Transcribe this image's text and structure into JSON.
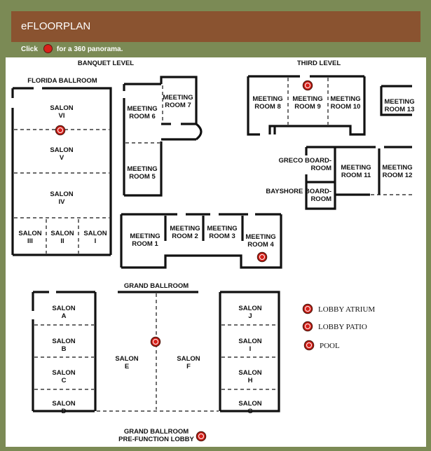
{
  "header": {
    "title": "eFLOORPLAN"
  },
  "instructions": {
    "prefix": "Click",
    "suffix": "for a 360 panorama."
  },
  "sections": {
    "banquet": "BANQUET LEVEL",
    "third": "THIRD LEVEL",
    "florida": "FLORIDA BALLROOM",
    "grand": "GRAND BALLROOM",
    "prefunction1": "GRAND BALLROOM",
    "prefunction2": "PRE-FUNCTION LOBBY"
  },
  "rooms": {
    "salon_vi": [
      "SALON",
      "VI"
    ],
    "salon_v": [
      "SALON",
      "V"
    ],
    "salon_iv": [
      "SALON",
      "IV"
    ],
    "salon_iii": [
      "SALON",
      "III"
    ],
    "salon_ii": [
      "SALON",
      "II"
    ],
    "salon_i": [
      "SALON",
      "I"
    ],
    "mr6": [
      "MEETING",
      "ROOM 6"
    ],
    "mr7": [
      "MEETING",
      "ROOM 7"
    ],
    "mr5": [
      "MEETING",
      "ROOM 5"
    ],
    "mr1": [
      "MEETING",
      "ROOM 1"
    ],
    "mr2": [
      "MEETING",
      "ROOM 2"
    ],
    "mr3": [
      "MEETING",
      "ROOM 3"
    ],
    "mr4": [
      "MEETING",
      "ROOM 4"
    ],
    "mr8": [
      "MEETING",
      "ROOM 8"
    ],
    "mr9": [
      "MEETING",
      "ROOM 9"
    ],
    "mr10": [
      "MEETING",
      "ROOM 10"
    ],
    "mr13": [
      "MEETING",
      "ROOM 13"
    ],
    "greco": [
      "GRECO BOARD-",
      "ROOM"
    ],
    "bayshore": [
      "BAYSHORE BOARD-",
      "ROOM"
    ],
    "mr11": [
      "MEETING",
      "ROOM 11"
    ],
    "mr12": [
      "MEETING",
      "ROOM 12"
    ],
    "salon_a": [
      "SALON",
      "A"
    ],
    "salon_b": [
      "SALON",
      "B"
    ],
    "salon_c": [
      "SALON",
      "C"
    ],
    "salon_d": [
      "SALON",
      "D"
    ],
    "salon_e": [
      "SALON",
      "E"
    ],
    "salon_f": [
      "SALON",
      "F"
    ],
    "salon_j": [
      "SALON",
      "J"
    ],
    "salon_i_gb": [
      "SALON",
      "I"
    ],
    "salon_h": [
      "SALON",
      "H"
    ],
    "salon_g": [
      "SALON",
      "G"
    ]
  },
  "legend": {
    "lobby_atrium": "LOBBY ATRIUM",
    "lobby_patio": "LOBBY PATIO",
    "pool": "POOL"
  },
  "colors": {
    "background": "#7b8a55",
    "header": "#8a5330",
    "hotspot": "#d8201a"
  }
}
